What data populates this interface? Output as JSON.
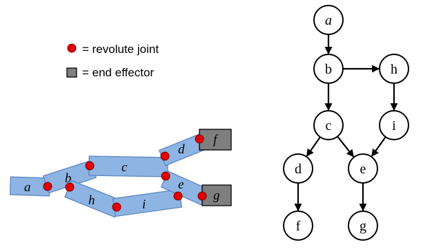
{
  "legend": {
    "joint_label": "= revolute joint",
    "effector_label": "= end effector"
  },
  "colors": {
    "link_fill": "#8db4e2",
    "joint_fill": "#e00000",
    "effector_fill": "#7f7f7f"
  },
  "mechanism": {
    "links": {
      "a": "a",
      "b": "b",
      "c": "c",
      "d": "d",
      "e": "e",
      "h": "h",
      "i": "i"
    },
    "effectors": {
      "f": "f",
      "g": "g"
    }
  },
  "tree": {
    "nodes": {
      "a": "a",
      "b": "b",
      "c": "c",
      "d": "d",
      "e": "e",
      "f": "f",
      "g": "g",
      "h": "h",
      "i": "i"
    },
    "edges": [
      [
        "a",
        "b"
      ],
      [
        "b",
        "c"
      ],
      [
        "b",
        "h"
      ],
      [
        "h",
        "i"
      ],
      [
        "c",
        "d"
      ],
      [
        "c",
        "e"
      ],
      [
        "i",
        "e"
      ],
      [
        "d",
        "f"
      ],
      [
        "e",
        "g"
      ]
    ]
  }
}
